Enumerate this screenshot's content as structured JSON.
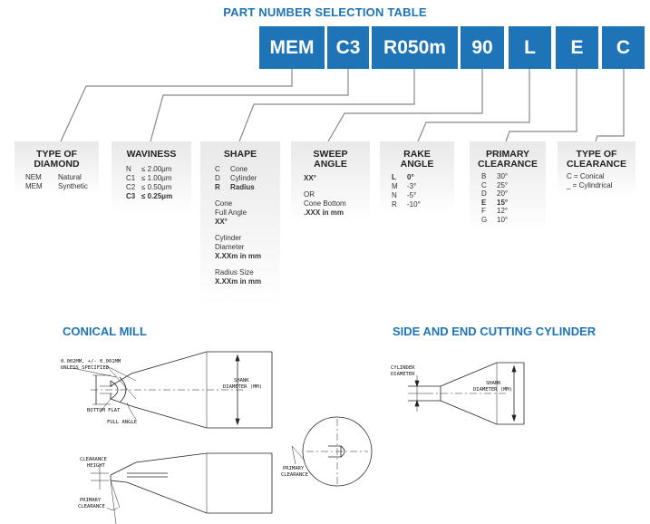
{
  "title": "PART NUMBER SELECTION TABLE",
  "part_number": [
    "MEM",
    "C3",
    "R050m",
    "90",
    "L",
    "E",
    "C"
  ],
  "categories": {
    "type_of_diamond": {
      "title": "TYPE OF DIAMOND",
      "rows": [
        {
          "k": "NEM",
          "v": "Natural"
        },
        {
          "k": "MEM",
          "v": "Synthetic"
        }
      ]
    },
    "waviness": {
      "title": "WAVINESS",
      "rows": [
        {
          "k": "N",
          "v": "≤ 2.00μm"
        },
        {
          "k": "C1",
          "v": "≤ 1.00μm"
        },
        {
          "k": "C2",
          "v": "≤ 0.50μm"
        },
        {
          "k": "C3",
          "v": "≤ 0.25μm"
        }
      ]
    },
    "shape": {
      "title": "SHAPE",
      "rows": [
        {
          "k": "C",
          "v": "Cone"
        },
        {
          "k": "D",
          "v": "Cylinder"
        },
        {
          "k": "R",
          "v": "Radius"
        }
      ],
      "cone": "Cone",
      "cone_full_angle": "Full Angle",
      "cone_value": "XX°",
      "cyl": "Cylinder",
      "cyl_diameter": "Diameter",
      "cyl_value": "X.XXm in mm",
      "radius": "Radius Size",
      "radius_value": "X.XXm in mm"
    },
    "sweep_angle": {
      "title": "SWEEP ANGLE",
      "value": "XX°",
      "or": "OR",
      "cone_bottom": "Cone Bottom",
      "cone_bottom_value": ".XXX in mm"
    },
    "rake_angle": {
      "title": "RAKE ANGLE",
      "rows": [
        {
          "k": "L",
          "v": "0°"
        },
        {
          "k": "M",
          "v": "-3°"
        },
        {
          "k": "N",
          "v": "-5°"
        },
        {
          "k": "R",
          "v": "-10°"
        }
      ]
    },
    "primary_clearance": {
      "title": "PRIMARY CLEARANCE",
      "rows": [
        {
          "k": "B",
          "v": "30°"
        },
        {
          "k": "C",
          "v": "25°"
        },
        {
          "k": "D",
          "v": "20°"
        },
        {
          "k": "E",
          "v": "15°"
        },
        {
          "k": "F",
          "v": "12°"
        },
        {
          "k": "G",
          "v": "10°"
        }
      ]
    },
    "type_of_clearance": {
      "title": "TYPE OF CLEARANCE",
      "rows": [
        {
          "v": "C = Conical"
        },
        {
          "v": "_ = Cylindrical"
        }
      ]
    }
  },
  "conical_mill": {
    "title": "CONICAL MILL",
    "tolerance": "0.002MM, +/- 0.001MM",
    "unless": "UNLESS SPECIFIED",
    "bottom_flat": "BOTTOM FLAT",
    "full_angle": "FULL ANGLE",
    "shank": "SHANK",
    "diameter": "DIAMETER (MM)",
    "clearance": "CLEARANCE",
    "height": "HEIGHT",
    "primary": "PRIMARY",
    "clearance2": "CLEARANCE",
    "primary_right": "PRIMARY",
    "clearance_right": "CLEARANCE"
  },
  "side_end": {
    "title": "SIDE AND END CUTTING CYLINDER",
    "cylinder": "CYLINDER",
    "diameter": "DIAMETER",
    "shank": "SHANK",
    "shank_diameter": "DIAMETER (MM)"
  }
}
